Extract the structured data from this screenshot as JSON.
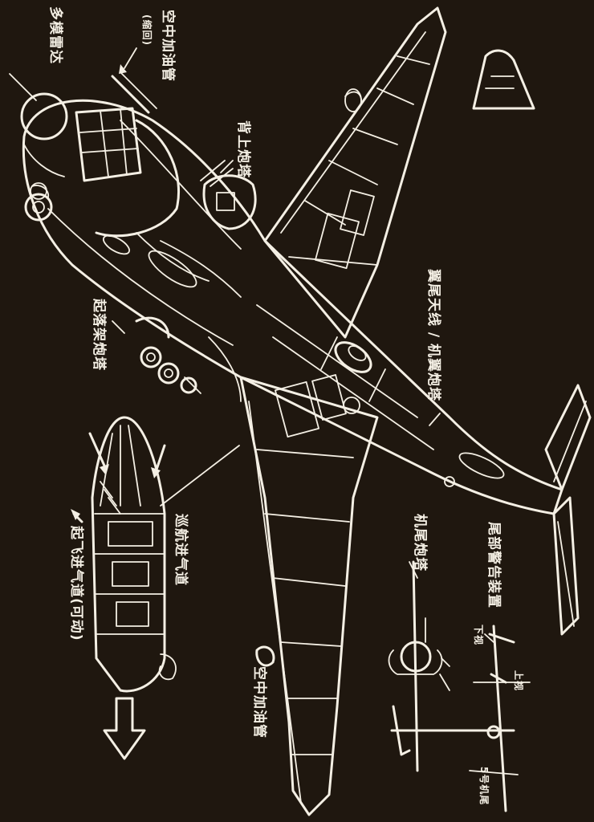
{
  "colors": {
    "background": "#1f170f",
    "ink": "#f4efe4"
  },
  "labels": {
    "nose_radar": "多模雷达",
    "aerial_refuel_probe": "空中加油管",
    "aerial_refuel_probe_sub": "(缩回)",
    "dorsal_turret": "背上炮塔",
    "landing_gear_turret": "起落架炮塔",
    "wing_turret": "翼尾天线 / 机翼炮塔",
    "tail_turret": "机尾炮塔",
    "tail_warning": "尾部警告装置",
    "cruise_intake": "巡航进气道",
    "takeoff_intake": "起飞进气道(可动)",
    "wing_refuel": "空中加油管",
    "view_top": "上视",
    "view_bottom": "下视",
    "view_side": "5号机尾"
  }
}
